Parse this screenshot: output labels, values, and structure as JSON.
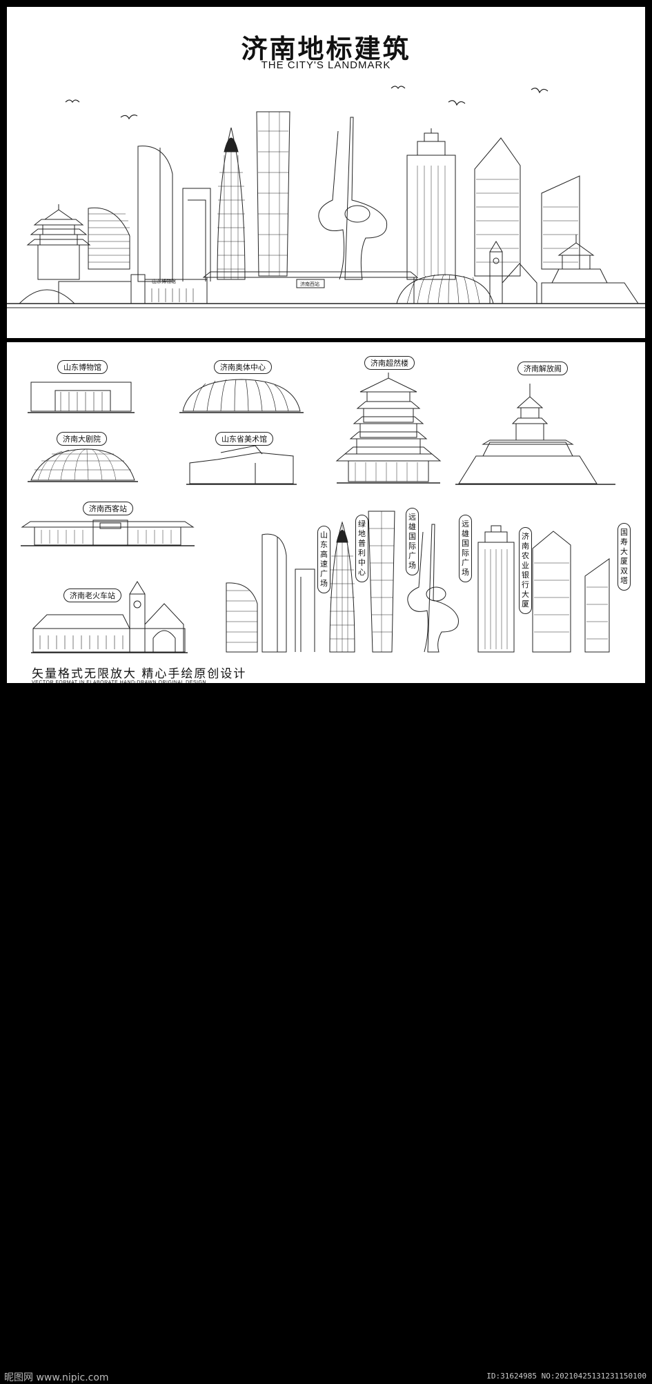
{
  "header": {
    "title": "济南地标建筑",
    "subtitle": "THE CITY'S LANDMARK"
  },
  "signs": {
    "museum_sign": "山东博物馆",
    "station_sign": "济南西站"
  },
  "labels": {
    "shandong_museum": "山东博物馆",
    "olympic_center": "济南奥体中心",
    "chaoran_tower": "济南超然楼",
    "jiefang_pavilion": "济南解放阁",
    "grand_theatre": "济南大剧院",
    "art_museum": "山东省美术馆",
    "west_station": "济南西客站",
    "old_railway_station": "济南老火车站",
    "hispeed_plaza": "山东高速广场",
    "greenland_center": "绿地普利中心",
    "yuanxiong_1": "远雄国际广场",
    "yuanxiong_2": "远雄国际广场",
    "agri_bank": "济南农业银行大厦",
    "guoshou_towers": "国寿大厦双塔"
  },
  "footer": {
    "slogan": "矢量格式无限放大  精心手绘原创设计",
    "slogan_en": "VECTOR FORMAT IN ELABORATE HAND-DRAWN ORIGINAL DESIGN",
    "watermark_left": "昵图网 www.nipic.com",
    "watermark_right": "ID:31624985 NO:20210425131231150100"
  },
  "colors": {
    "line": "#222222",
    "background": "#ffffff",
    "frame": "#000000"
  }
}
